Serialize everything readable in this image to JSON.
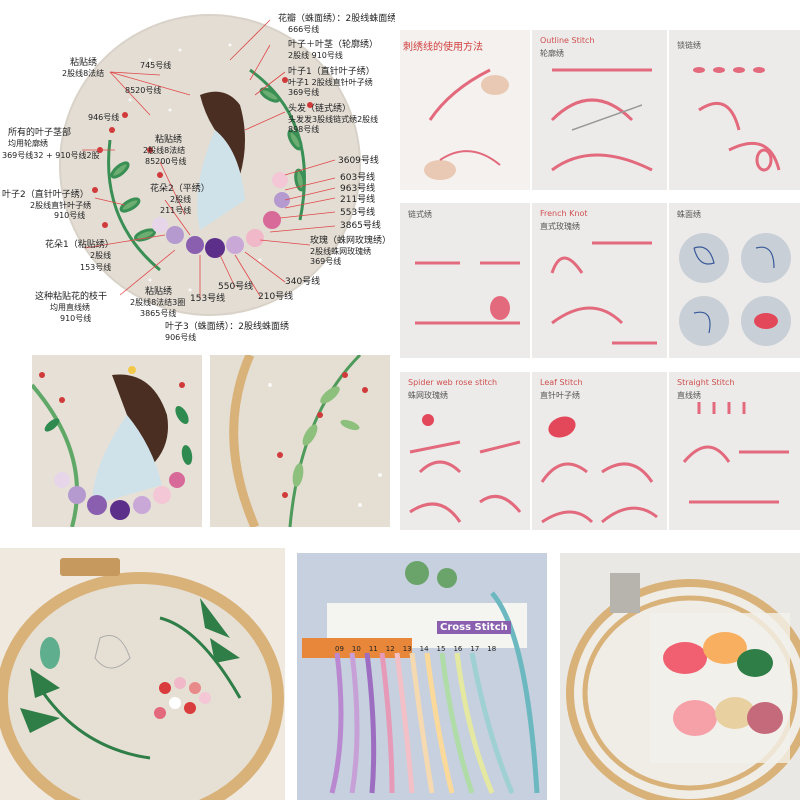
{
  "top_left": {
    "callouts": [
      {
        "label": "花瓣（蛛面绣）：2股线蛛面绣",
        "sub": "666号线"
      },
      {
        "label": "叶子＋叶茎（轮廓绣）",
        "sub": "2股线  910号线"
      },
      {
        "label": "叶子1（直针叶子绣）",
        "sub": "叶子1 2股线直针叶子绣"
      },
      {
        "label": "369号线",
        "sub": ""
      },
      {
        "label": "头发（链式绣）",
        "sub": "头发发3股线链式绣2股线"
      },
      {
        "label": "898号线",
        "sub": ""
      },
      {
        "label": "3609号线",
        "sub": ""
      },
      {
        "label": "603号线",
        "sub": ""
      },
      {
        "label": "963号线",
        "sub": ""
      },
      {
        "label": "211号线",
        "sub": ""
      },
      {
        "label": "553号线",
        "sub": ""
      },
      {
        "label": "3865号线",
        "sub": ""
      },
      {
        "label": "玫瑰（蛛网玫瑰绣）",
        "sub": "2股线蛛网玫瑰绣"
      },
      {
        "label": "369号线",
        "sub": ""
      },
      {
        "label": "340号线",
        "sub": ""
      },
      {
        "label": "210号线",
        "sub": ""
      },
      {
        "label": "550号线",
        "sub": ""
      },
      {
        "label": "153号线",
        "sub": ""
      },
      {
        "label": "叶子3（蛛面绣）：2股线蛛面绣",
        "sub": "906号线"
      }
    ],
    "left_callouts": [
      {
        "label": "粘贴绣",
        "sub": "2股线8法结"
      },
      {
        "label": "745号线",
        "sub": ""
      },
      {
        "label": "8520号线",
        "sub": ""
      },
      {
        "label": "946号线",
        "sub": ""
      },
      {
        "label": "所有的叶子茎部",
        "sub": "均用轮廓绣"
      },
      {
        "label": "369号线32 + 910号线2股",
        "sub": ""
      },
      {
        "label": "叶子2（直针叶子绣）",
        "sub": "2股线直针叶子绣"
      },
      {
        "label": "910号线",
        "sub": ""
      },
      {
        "label": "花朵1（粘贴绣）",
        "sub": "2股线"
      },
      {
        "label": "153号线",
        "sub": ""
      },
      {
        "label": "这种粘贴花的枝干",
        "sub": "均用直线绣"
      },
      {
        "label": "910号线",
        "sub": ""
      },
      {
        "label": "粘贴绣",
        "sub": "2股线8法结"
      },
      {
        "label": "85200号线",
        "sub": ""
      },
      {
        "label": "花朵2（平绣）",
        "sub": "2股线"
      },
      {
        "label": "211号线",
        "sub": ""
      },
      {
        "label": "粘贴绣",
        "sub": "2股线8法结3圈"
      },
      {
        "label": "3865号线",
        "sub": ""
      }
    ]
  },
  "tutorial": {
    "header": "刺绣线的使用方法",
    "panels": [
      {
        "title": "Outline Stitch",
        "subtitle": "轮廓绣"
      },
      {
        "title": "",
        "subtitle": "锁链绣"
      },
      {
        "title": "",
        "subtitle": "链式绣"
      },
      {
        "title": "French Knot",
        "subtitle": "直式玫瑰绣"
      },
      {
        "title": "",
        "subtitle": "蛛面绣"
      },
      {
        "title": "Spider web rose stitch",
        "subtitle": "蛛网玫瑰绣"
      },
      {
        "title": "Leaf Stitch",
        "subtitle": "直针叶子绣"
      },
      {
        "title": "Straight Stitch",
        "subtitle": "直线绣"
      }
    ]
  },
  "bottom": {
    "thread_card_text": "Cross Stitch",
    "thread_numbers": [
      "09",
      "10",
      "11",
      "12",
      "13",
      "14",
      "15",
      "16",
      "17",
      "18"
    ]
  },
  "colors": {
    "linen": "#e4ded3",
    "leaf_green": "#2f8a4f",
    "thread_pink": "#e36a7d",
    "hoop_wood": "#d8b37a",
    "tutorial_bg": "#ecebea"
  }
}
